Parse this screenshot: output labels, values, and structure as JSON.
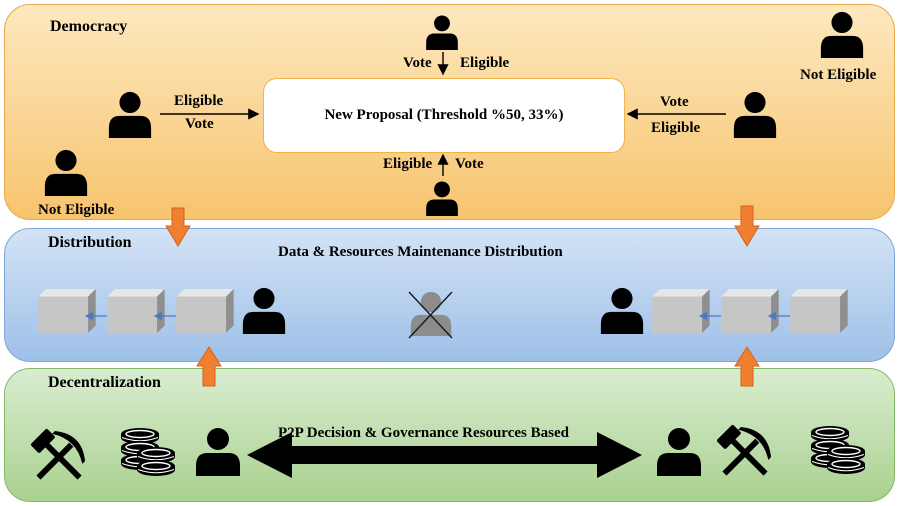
{
  "panels": {
    "democracy": "Democracy",
    "distribution": "Distribution",
    "decentralization": "Decentralization"
  },
  "proposal": "New Proposal (Threshold %50, 33%)",
  "labels": {
    "vote": "Vote",
    "eligible": "Eligible",
    "not_eligible": "Not Eligible"
  },
  "distribution_title": "Data & Resources Maintenance Distribution",
  "p2p_label": "P2P Decision & Governance Resources Based",
  "colors": {
    "democracy": "#f7c46e",
    "distribution": "#9ec0e8",
    "decentralization": "#a9d18f",
    "transfer_arrow": "#f08030",
    "chain_link": "#4a78c2"
  },
  "icons": [
    "person-icon",
    "hammer-pick-icon",
    "coins-icon",
    "block-icon",
    "crossed-person-icon"
  ]
}
